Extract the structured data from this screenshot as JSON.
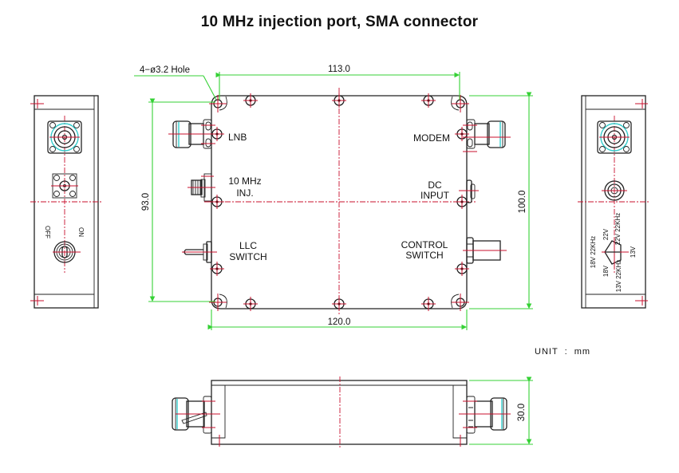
{
  "title": "10 MHz injection port, SMA connector",
  "colors": {
    "outline": "#222222",
    "centerline": "#c8102e",
    "dimension": "#35d135",
    "connector_highlight": "#33cccc"
  },
  "unit_label": "UNIT  :  mm",
  "dimensions": {
    "hole_note": "4−ø3.2  Hole",
    "hole_spacing_width": "113.0",
    "overall_width": "120.0",
    "hole_spacing_height": "93.0",
    "overall_height": "100.0",
    "depth": "30.0"
  },
  "top_view": {
    "left_ports": [
      {
        "label": "LNB"
      },
      {
        "label_line1": "10 MHz",
        "label_line2": "INJ."
      },
      {
        "label_line1": "LLC",
        "label_line2": "SWITCH"
      }
    ],
    "right_ports": [
      {
        "label": "MODEM"
      },
      {
        "label_line1": "DC",
        "label_line2": "INPUT"
      },
      {
        "label_line1": "CONTROL",
        "label_line2": "SWITCH"
      }
    ]
  },
  "left_end_view": {
    "switch_off": "OFF",
    "switch_on": "ON"
  },
  "right_end_view": {
    "positions": [
      "22V",
      "22V 22KHz",
      "13V",
      "13V 22KHz",
      "18V",
      "18V 22KHz"
    ]
  }
}
